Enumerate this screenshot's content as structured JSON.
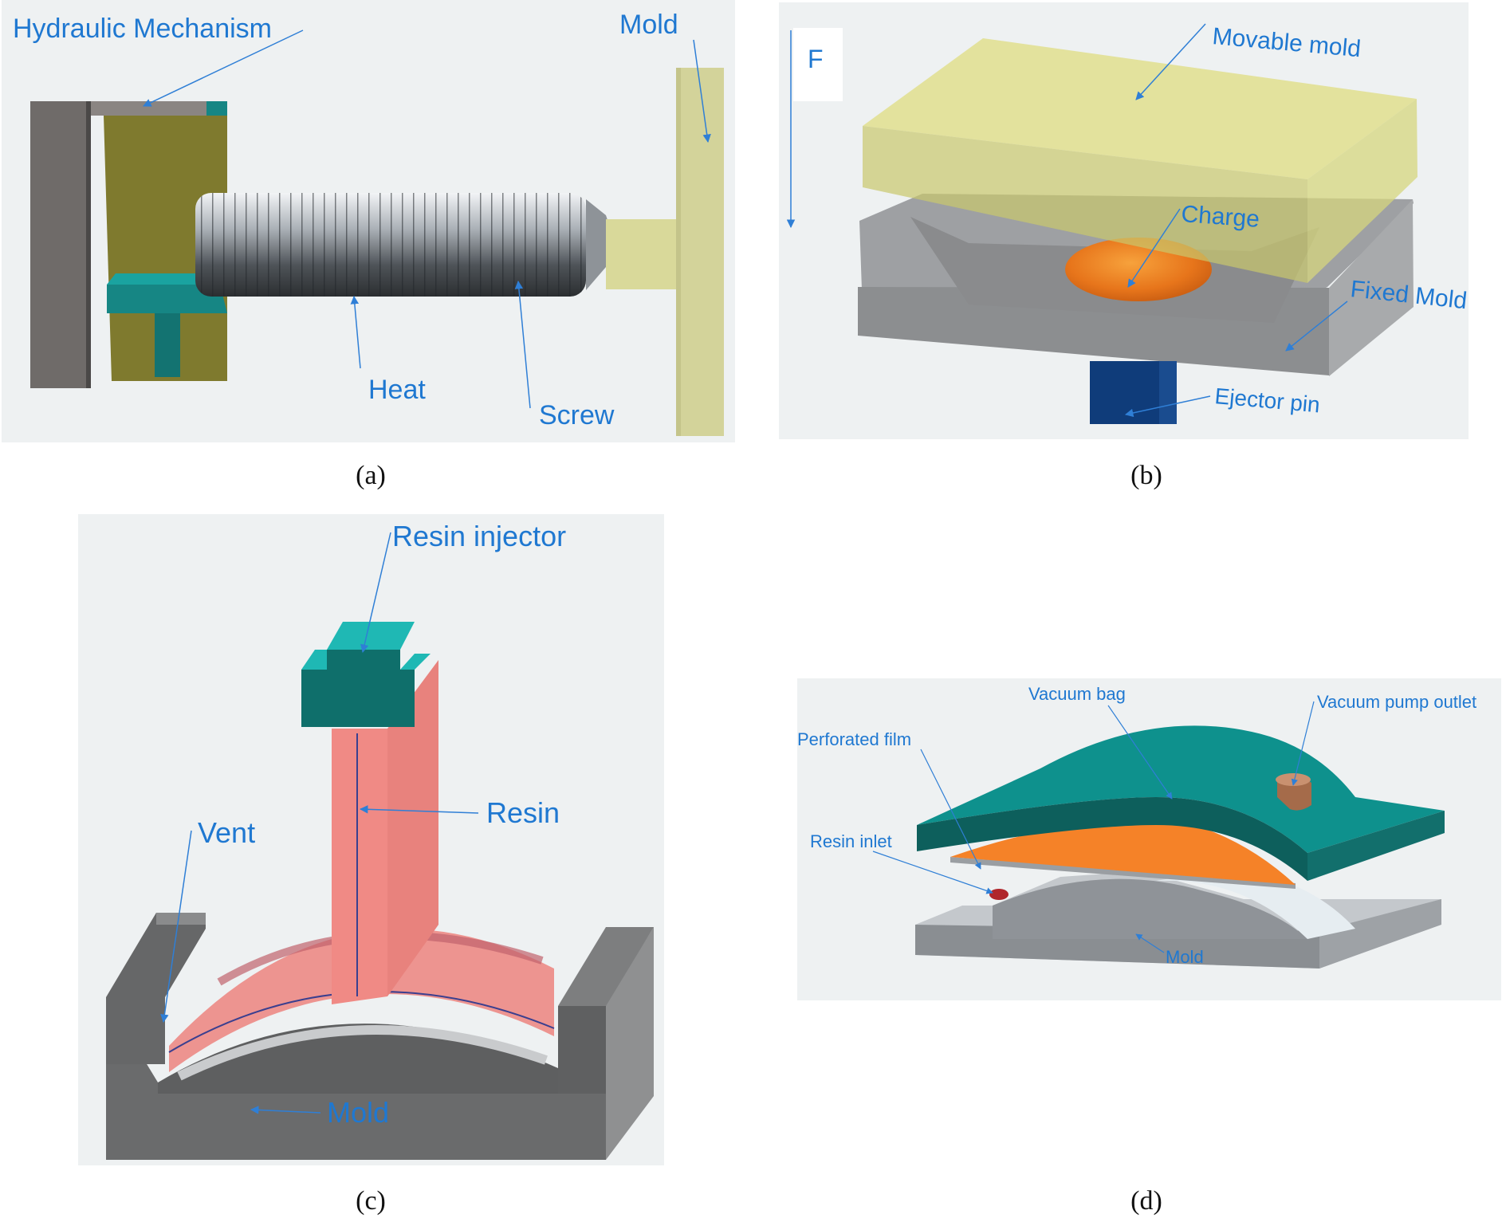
{
  "panels": {
    "a": {
      "caption": "(a)",
      "labels": {
        "hydraulic": "Hydraulic Mechanism",
        "mold": "Mold",
        "heat": "Heat",
        "screw": "Screw"
      }
    },
    "b": {
      "caption": "(b)",
      "labels": {
        "force": "F",
        "movable": "Movable mold",
        "charge": "Charge",
        "fixed": "Fixed Mold",
        "ejector": "Ejector pin"
      }
    },
    "c": {
      "caption": "(c)",
      "labels": {
        "injector": "Resin injector",
        "resin": "Resin",
        "vent": "Vent",
        "mold": "Mold"
      }
    },
    "d": {
      "caption": "(d)",
      "labels": {
        "bag": "Vacuum bag",
        "pump": "Vacuum pump outlet",
        "film": "Perforated film",
        "inlet": "Resin inlet",
        "mold": "Mold"
      }
    }
  },
  "colors": {
    "label": "#1f78d1",
    "arrow": "#2f7fd6",
    "teal": "#128a88",
    "steel": "#7d7d7d",
    "resin_pink": "#f08a85",
    "yellow_mold": "#e0df95",
    "orange": "#f58228",
    "navy": "#0f3c7a"
  }
}
